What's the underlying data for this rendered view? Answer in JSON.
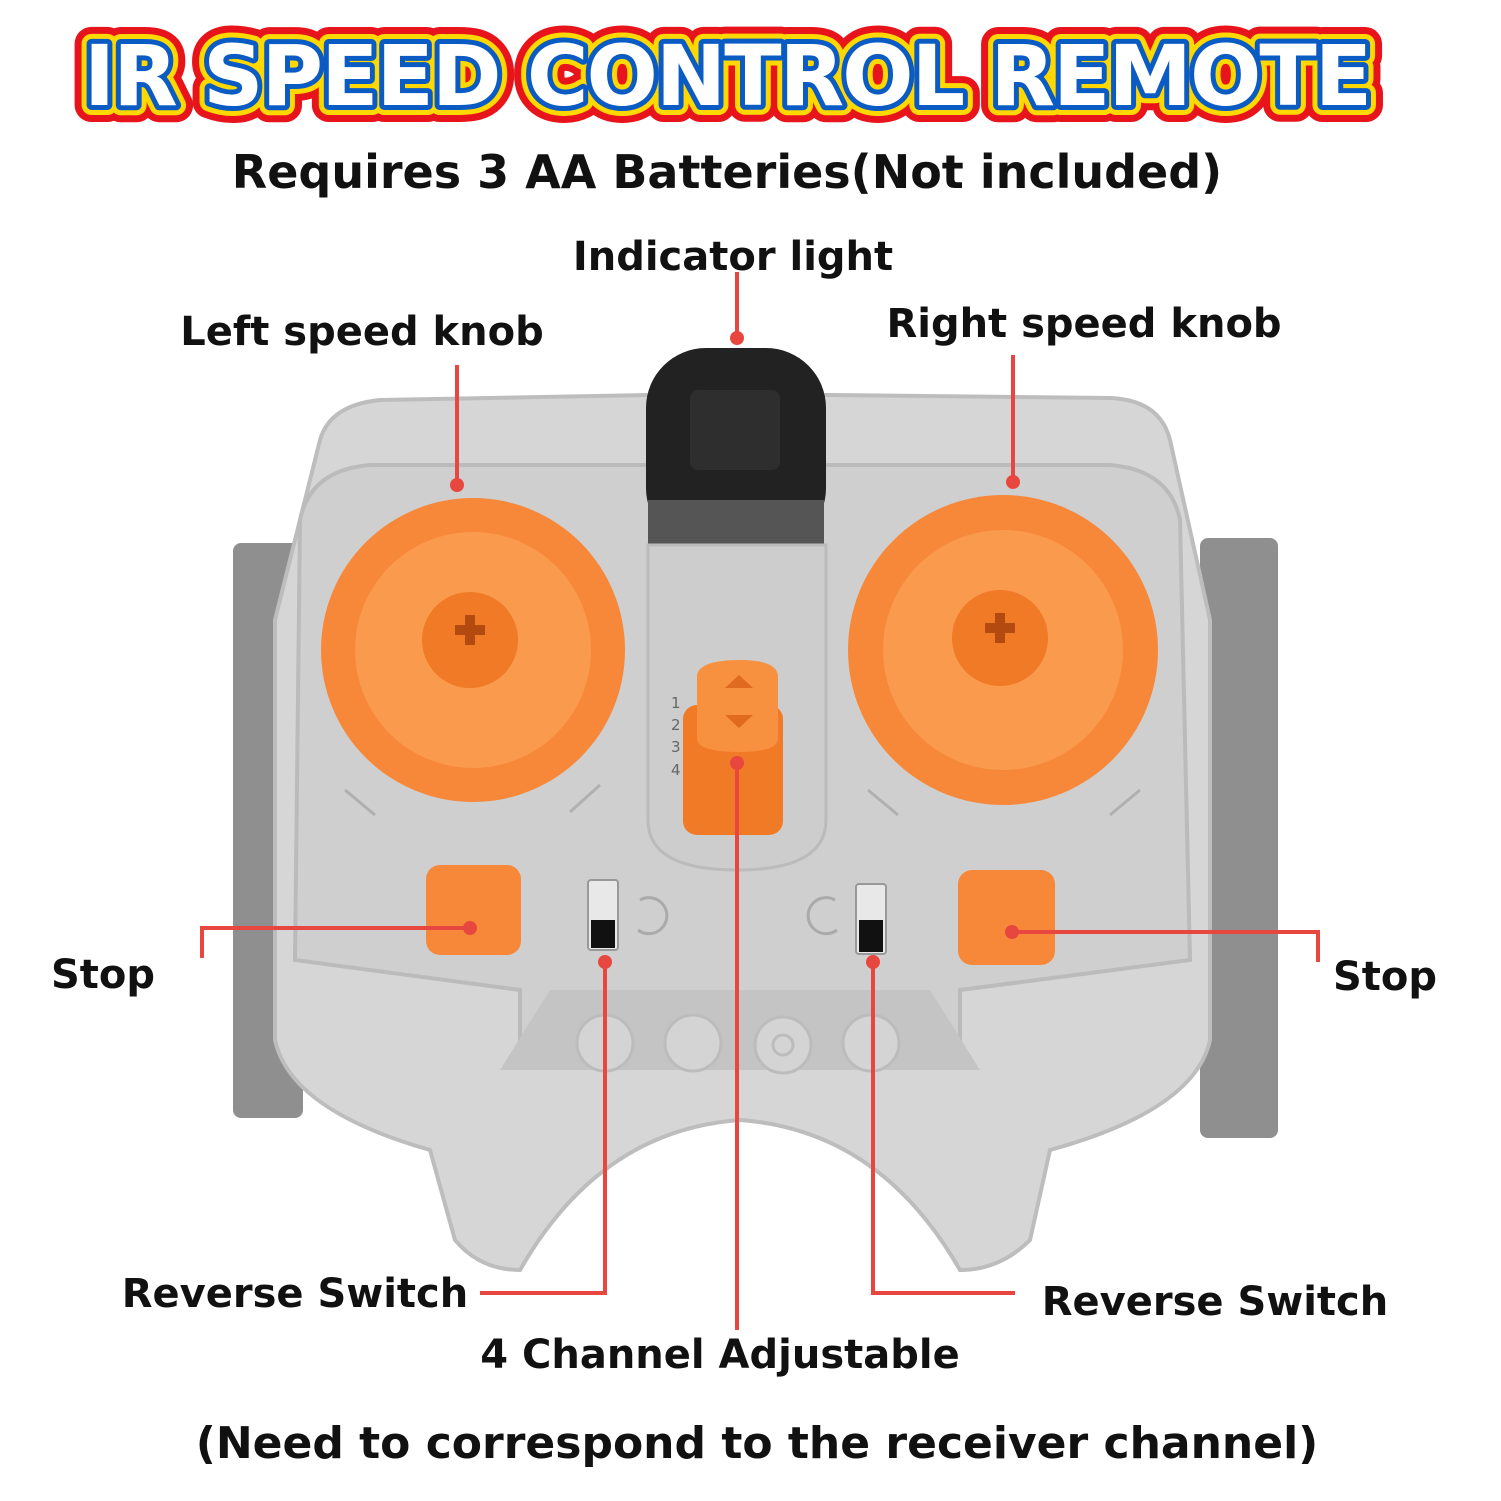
{
  "title": "IR SPEED CONTROL REMOTE",
  "subtitle": "Requires 3 AA Batteries(Not included)",
  "labels": {
    "indicator_light": "Indicator light",
    "left_knob": "Left speed knob",
    "right_knob": "Right speed knob",
    "stop_left": "Stop",
    "stop_right": "Stop",
    "reverse_left": "Reverse Switch",
    "reverse_right": "Reverse Switch",
    "channel": "4 Channel Adjustable",
    "note": "(Need to correspond to the receiver channel)"
  },
  "channel_numbers": [
    "1",
    "2",
    "3",
    "4"
  ],
  "colors": {
    "leader": "#e8473f",
    "orange": "#f7883a",
    "body": "#d9d9d9",
    "title_fill": "#ffffff",
    "title_blue": "#0a5bc4",
    "title_yellow": "#ffd800",
    "title_red": "#e8141c"
  }
}
